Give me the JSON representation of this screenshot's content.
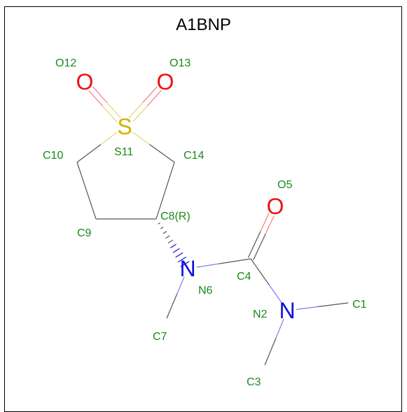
{
  "title": "A1BNP",
  "colors": {
    "bond": "#555555",
    "label": "#1a8a1a",
    "oxygen": "#ee1111",
    "nitrogen": "#1111dd",
    "sulfur": "#d4b000"
  },
  "atoms": [
    {
      "id": "S11",
      "element": "S",
      "show_symbol": true
    },
    {
      "id": "O12",
      "element": "O",
      "show_symbol": true
    },
    {
      "id": "O13",
      "element": "O",
      "show_symbol": true
    },
    {
      "id": "C10",
      "element": "C",
      "show_symbol": false
    },
    {
      "id": "C14",
      "element": "C",
      "show_symbol": false
    },
    {
      "id": "C9",
      "element": "C",
      "show_symbol": false
    },
    {
      "id": "C8(R)",
      "element": "C",
      "show_symbol": false
    },
    {
      "id": "N6",
      "element": "N",
      "show_symbol": true
    },
    {
      "id": "C7",
      "element": "C",
      "show_symbol": false
    },
    {
      "id": "C4",
      "element": "C",
      "show_symbol": false
    },
    {
      "id": "O5",
      "element": "O",
      "show_symbol": true
    },
    {
      "id": "N2",
      "element": "N",
      "show_symbol": true
    },
    {
      "id": "C1",
      "element": "C",
      "show_symbol": false
    },
    {
      "id": "C3",
      "element": "C",
      "show_symbol": false
    }
  ],
  "bonds": [
    {
      "a": "S11",
      "b": "O12",
      "order": 2
    },
    {
      "a": "S11",
      "b": "O13",
      "order": 2
    },
    {
      "a": "S11",
      "b": "C10",
      "order": 1
    },
    {
      "a": "S11",
      "b": "C14",
      "order": 1
    },
    {
      "a": "C10",
      "b": "C9",
      "order": 1
    },
    {
      "a": "C9",
      "b": "C8(R)",
      "order": 1
    },
    {
      "a": "C8(R)",
      "b": "C14",
      "order": 1
    },
    {
      "a": "C8(R)",
      "b": "N6",
      "order": 1,
      "stereo": "hash"
    },
    {
      "a": "N6",
      "b": "C7",
      "order": 1
    },
    {
      "a": "N6",
      "b": "C4",
      "order": 1
    },
    {
      "a": "C4",
      "b": "O5",
      "order": 2
    },
    {
      "a": "C4",
      "b": "N2",
      "order": 1
    },
    {
      "a": "N2",
      "b": "C1",
      "order": 1
    },
    {
      "a": "N2",
      "b": "C3",
      "order": 1
    }
  ]
}
